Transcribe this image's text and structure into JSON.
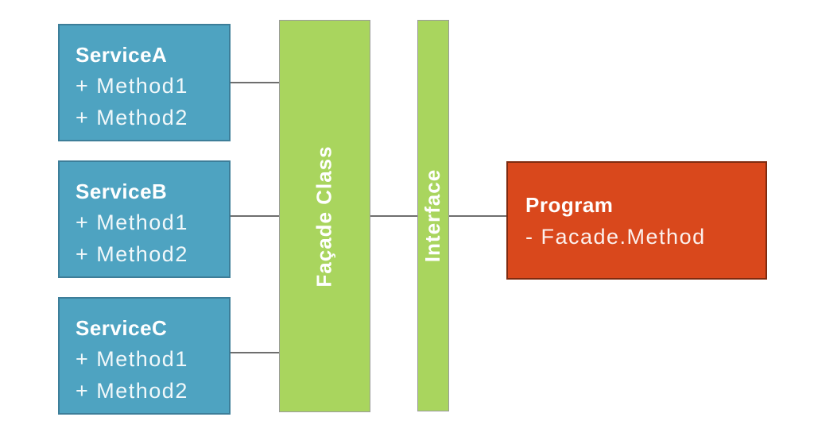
{
  "diagram": {
    "type": "facade-design-pattern",
    "services": [
      {
        "name": "ServiceA",
        "methods": [
          "+ Method1",
          "+ Method2"
        ]
      },
      {
        "name": "ServiceB",
        "methods": [
          "+ Method1",
          "+ Method2"
        ]
      },
      {
        "name": "ServiceC",
        "methods": [
          "+ Method1",
          "+ Method2"
        ]
      }
    ],
    "facade_bar": {
      "label": "Façade Class"
    },
    "interface_bar": {
      "label": "Interface"
    },
    "program": {
      "name": "Program",
      "method": "- Facade.Method"
    },
    "colors": {
      "service_fill": "#4EA3C1",
      "service_border": "#3D7E99",
      "bar_fill": "#A9D55E",
      "bar_border": "#9B9B9B",
      "program_fill": "#D9481C",
      "program_border": "#7E2B10",
      "connector": "#6E6E6E",
      "text": "#FFFFFF"
    }
  }
}
